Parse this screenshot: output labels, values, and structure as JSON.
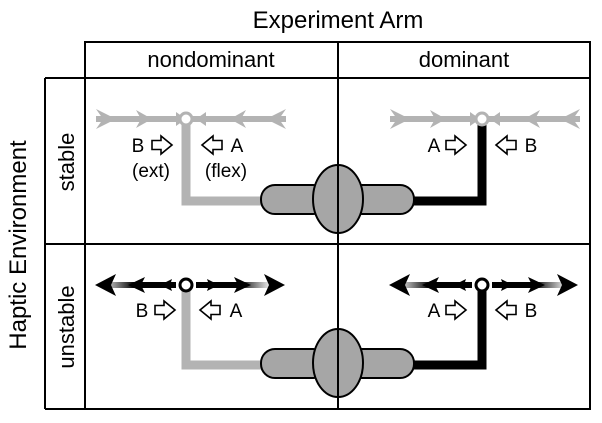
{
  "titles": {
    "top": "Experiment Arm",
    "left": "Haptic Environment"
  },
  "columns": [
    "nondominant",
    "dominant"
  ],
  "rows": [
    "stable",
    "unstable"
  ],
  "labels": {
    "a": "A",
    "b": "B",
    "ext": "(ext)",
    "flex": "(flex)"
  },
  "colors": {
    "stable_arrow": "#b3b3b3",
    "unstable_arrow": "#000000",
    "nondominant_arm": "#b3b3b3",
    "dominant_arm": "#000000",
    "body_fill": "#a6a6a6",
    "grid": "#000000"
  },
  "icons": [
    "open-arrow-right-icon",
    "open-arrow-left-icon",
    "endpoint-circle-icon"
  ]
}
